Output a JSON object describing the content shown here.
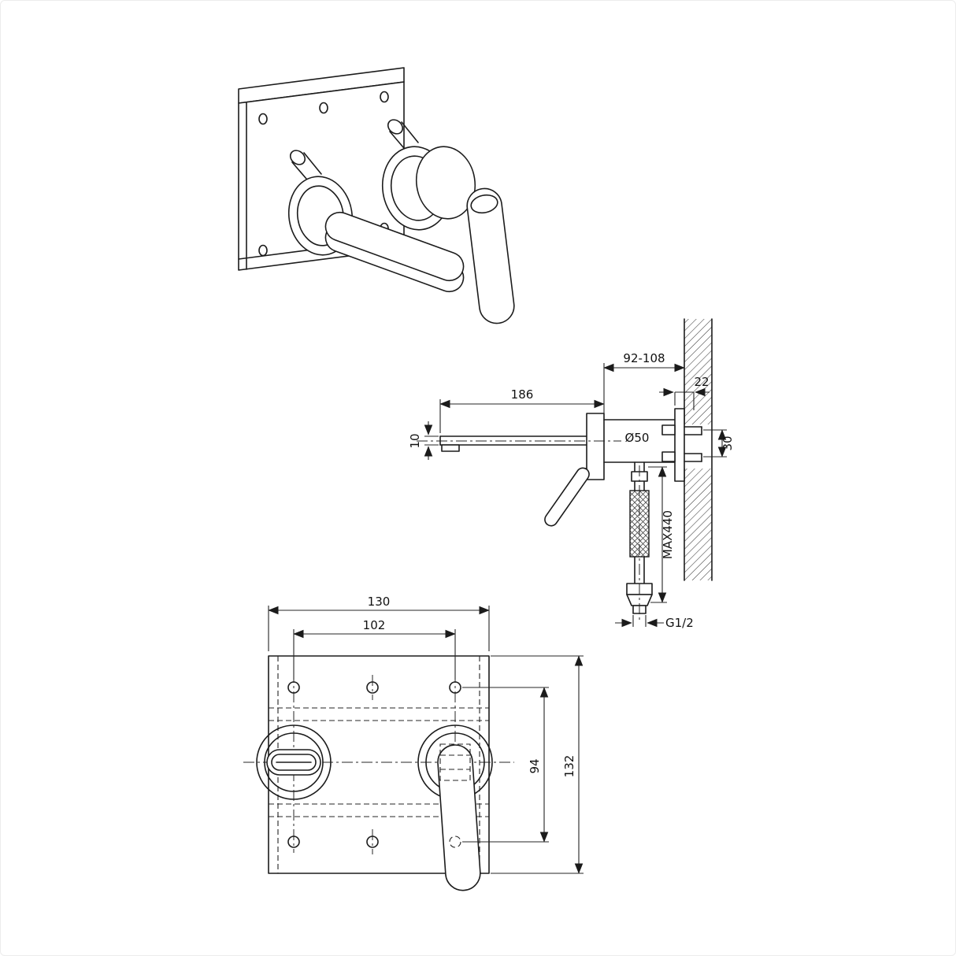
{
  "side_view": {
    "depth_range": "92-108",
    "spout_length": "186",
    "bracket_offset": "22",
    "screw_spacing": "30",
    "body_diameter": "Ø50",
    "spout_thickness": "10",
    "hose_length": "MAX440",
    "thread_size": "G1/2"
  },
  "front_view": {
    "plate_width": "130",
    "hole_spacing_horizontal": "102",
    "hole_spacing_vertical": "94",
    "plate_height": "132"
  }
}
